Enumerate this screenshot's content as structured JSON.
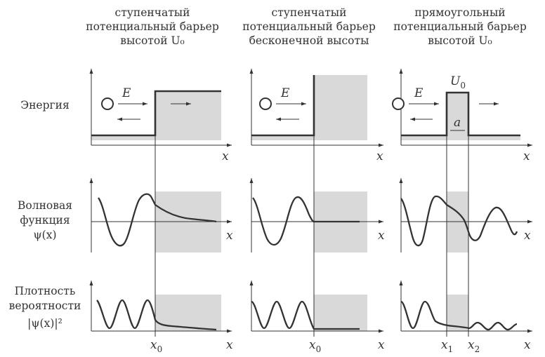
{
  "columns": [
    {
      "title_lines": [
        "ступенчатый",
        "потенциальный барьер",
        "высотой U₀"
      ]
    },
    {
      "title_lines": [
        "ступенчатый",
        "потенциальный барьер",
        "бесконечной высоты"
      ]
    },
    {
      "title_lines": [
        "прямоугольный",
        "потенциальный барьер",
        "высотой U₀"
      ]
    }
  ],
  "rows": [
    {
      "label_lines": [
        "Энергия"
      ]
    },
    {
      "label_lines": [
        "Волновая",
        "функция",
        "ψ(x)"
      ]
    },
    {
      "label_lines": [
        "Плотность",
        "вероятности",
        "|ψ(x)|²"
      ]
    }
  ],
  "symbols": {
    "energy": "E",
    "axis_x": "x",
    "barrier_height": "U",
    "barrier_height_sub": "0",
    "barrier_width": "a",
    "x0": "x",
    "x0_sub": "0",
    "x1": "x",
    "x1_sub": "1",
    "x2": "x",
    "x2_sub": "2"
  },
  "colors": {
    "line": "#333333",
    "fill": "#d9d9d9",
    "background": "#ffffff"
  }
}
